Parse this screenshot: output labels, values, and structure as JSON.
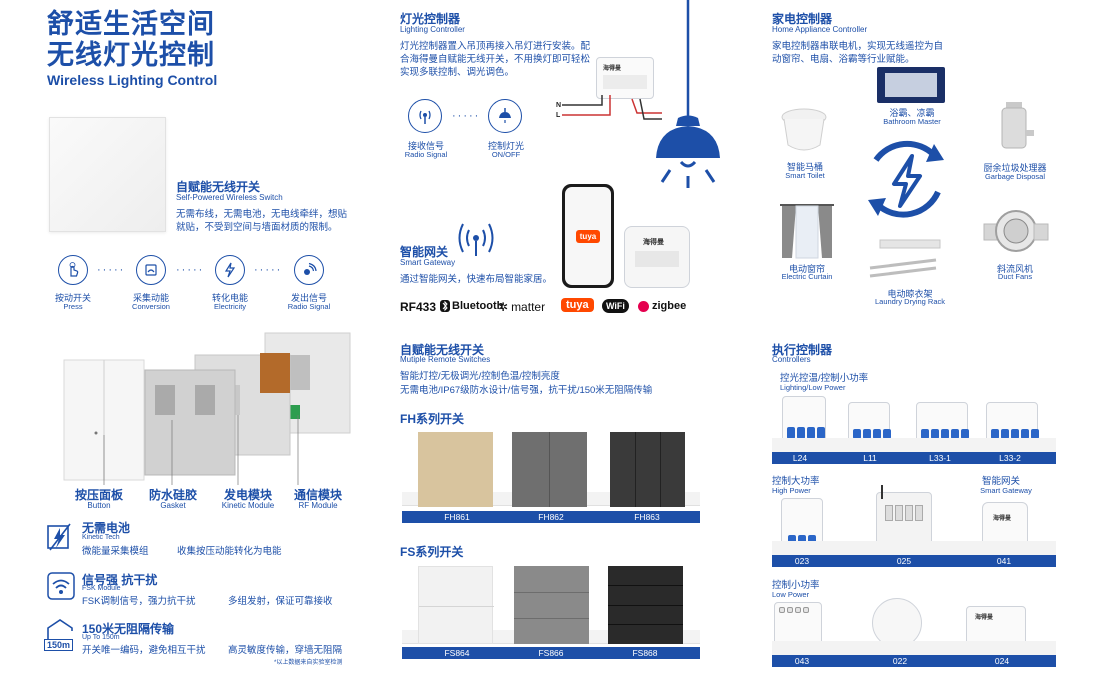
{
  "left": {
    "title_line1": "舒适生活空间",
    "title_line2": "无线灯光控制",
    "title_en": "Wireless Lighting Control",
    "switch_title": "自赋能无线开关",
    "switch_title_en": "Self-Powered Wireless Switch",
    "switch_desc": "无需布线，无需电池，无电线牵绊，想贴就贴，不受到空间与墙面材质的限制。",
    "steps": [
      {
        "cn": "按动开关",
        "en": "Press",
        "icon": "hand-press-icon"
      },
      {
        "cn": "采集动能",
        "en": "Conversion",
        "icon": "energy-collect-icon"
      },
      {
        "cn": "转化电能",
        "en": "Electricity",
        "icon": "lightning-icon"
      },
      {
        "cn": "发出信号",
        "en": "Radio Signal",
        "icon": "radio-signal-icon"
      }
    ],
    "parts": [
      {
        "cn": "按压面板",
        "en": "Button"
      },
      {
        "cn": "防水硅胶",
        "en": "Gasket"
      },
      {
        "cn": "发电模块",
        "en": "Kinetic Module"
      },
      {
        "cn": "通信模块",
        "en": "RF Module"
      }
    ],
    "features": [
      {
        "cn": "无需电池",
        "en": "Kinetic Tech",
        "d1": "微能量采集模组",
        "d2": "收集按压动能转化为电能",
        "icon": "battery-free-icon"
      },
      {
        "cn": "信号强 抗干扰",
        "en": "FSK Module",
        "d1": "FSK调制信号，强力抗干扰",
        "d2": "多组发射，保证可靠接收",
        "icon": "wifi-signal-icon"
      },
      {
        "cn": "150米无阻隔传输",
        "en": "Up To 150m",
        "d1": "开关唯一编码，避免相互干扰",
        "d2": "高灵敏度传输，穿墙无阻隔",
        "icon": "house-150m-icon"
      }
    ],
    "range_badge": "150m",
    "footnote": "*以上数据来自实验室检测"
  },
  "mid": {
    "lc_title": "灯光控制器",
    "lc_title_en": "Lighting Controller",
    "lc_desc": "灯光控制器置入吊顶再接入吊灯进行安装。配合海得曼自赋能无线开关，不用换灯即可轻松实现多联控制、调光调色。",
    "lc_recv_cn": "接收信号",
    "lc_recv_en": "Radio Signal",
    "lc_ctrl_cn": "控制灯光",
    "lc_ctrl_en": "ON/OFF",
    "wire_n": "N",
    "wire_l": "L",
    "device_brand": "海得曼",
    "gw_title": "智能网关",
    "gw_title_en": "Smart Gateway",
    "gw_desc": "通过智能网关，快速布局智能家居。",
    "phone_brand": "tuya",
    "protocols": [
      "RF433",
      "Bluetooth",
      "matter",
      "tuya",
      "WiFi",
      "zigbee"
    ],
    "ms_title": "自赋能无线开关",
    "ms_title_en": "Mutiple Remote Switches",
    "ms_line1": "智能灯控/无极调光/控制色温/控制亮度",
    "ms_line2": "无需电池/IP67级防水设计/信号强，抗干扰/150米无阻隔传输",
    "fh_title": "FH系列开关",
    "fh_models": [
      "FH861",
      "FH862",
      "FH863"
    ],
    "fs_title": "FS系列开关",
    "fs_models": [
      "FS864",
      "FS866",
      "FS868"
    ]
  },
  "right": {
    "ha_title": "家电控制器",
    "ha_title_en": "Home Appliance Controller",
    "ha_desc": "家电控制器串联电机，实现无线遥控为自动窗帘、电扇、浴霸等行业赋能。",
    "appliances": [
      {
        "cn": "浴霸、凉霸",
        "en": "Bathroom Master"
      },
      {
        "cn": "智能马桶",
        "en": "Smart Toilet"
      },
      {
        "cn": "厨余垃圾处理器",
        "en": "Garbage Disposal"
      },
      {
        "cn": "电动窗帘",
        "en": "Electric Curtain"
      },
      {
        "cn": "斜流风机",
        "en": "Duct Fans"
      },
      {
        "cn": "电动晾衣架",
        "en": "Laundry Drying Rack"
      }
    ],
    "ctrl_title": "执行控制器",
    "ctrl_title_en": "Controllers",
    "g1_cn": "控光控温/控制小功率",
    "g1_en": "Lighting/Low Power",
    "g1_models": [
      "L24",
      "L11",
      "L33-1",
      "L33-2"
    ],
    "g2a_cn": "控制大功率",
    "g2a_en": "High Power",
    "g2b_cn": "智能网关",
    "g2b_en": "Smart Gateway",
    "g2_models": [
      "023",
      "025",
      "041"
    ],
    "g3_cn": "控制小功率",
    "g3_en": "Low Power",
    "g3_models": [
      "043",
      "022",
      "024"
    ]
  },
  "colors": {
    "brand_blue": "#1d4fa8",
    "fh861": "#d8c49e",
    "fh862": "#6f6f6f",
    "fh863": "#3a3a3a",
    "fs864": "#f2f2f2",
    "fs866": "#8a8a8a",
    "fs868": "#2a2a2a"
  }
}
